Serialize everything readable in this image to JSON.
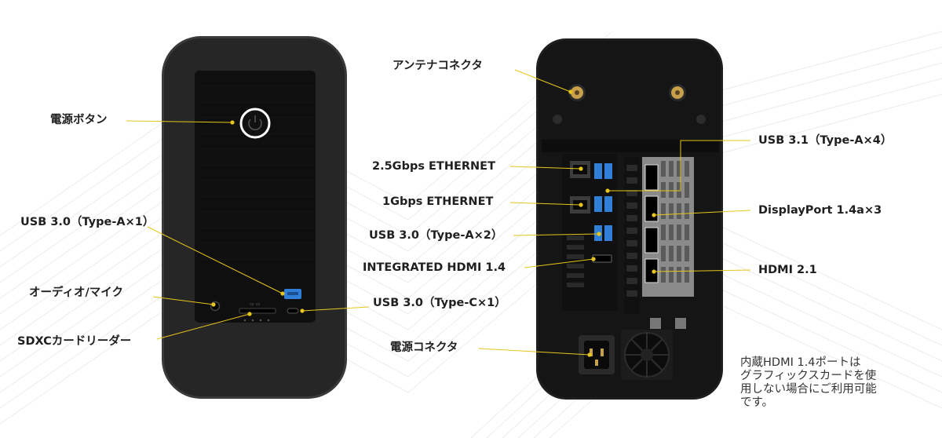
{
  "front_labels": {
    "power_button": "電源ボタン",
    "usb30_typea_front": "USB 3.0（Type-A×1）",
    "audio_mic": "オーディオ/マイク",
    "sdxc_reader": "SDXCカードリーダー",
    "usb30_typec": "USB 3.0（Type-C×1）"
  },
  "rear_labels": {
    "antenna_connector": "アンテナコネクタ",
    "ethernet_25g": "2.5Gbps ETHERNET",
    "ethernet_1g": "1Gbps ETHERNET",
    "usb30_typea_rear": "USB 3.0（Type-A×2）",
    "integrated_hdmi": "INTEGRATED HDMI 1.4",
    "power_connector": "電源コネクタ",
    "usb31": "USB 3.1（Type-A×4）",
    "displayport": "DisplayPort 1.4a×3",
    "hdmi21": "HDMI 2.1"
  },
  "note": "内蔵HDMI 1.4ポートは\nグラフィックスカードを使\n用しない場合にご利用可能\nです。",
  "colors": {
    "leader_line": "#e8c51a",
    "body_dark": "#1c1c1c",
    "panel": "#0e0e0e",
    "usb_blue": "#2f7fd8"
  }
}
